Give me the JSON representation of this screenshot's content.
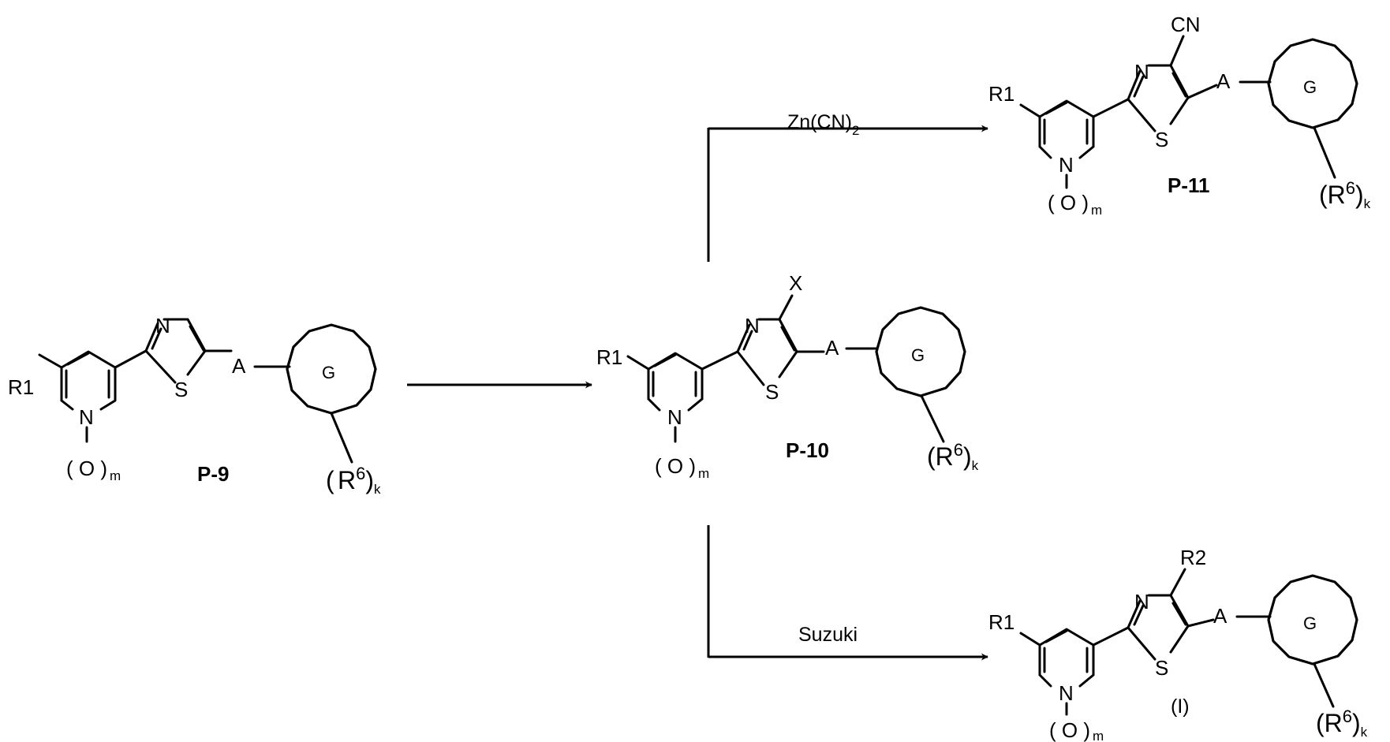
{
  "atoms": {
    "r1": "R1",
    "n": "N",
    "s": "S",
    "a": "A",
    "g": "G",
    "o": "O",
    "m": "m",
    "x": "X",
    "cn": "CN",
    "r2": "R2",
    "r6": "R",
    "r6_sup": "6",
    "k": "k"
  },
  "compounds": {
    "p9": "P-9",
    "p10": "P-10",
    "p11": "P-11",
    "formula_i": "(I)"
  },
  "reagents": {
    "top_main": "Zn(CN)",
    "top_sub": "2",
    "bottom": "Suzuki"
  }
}
